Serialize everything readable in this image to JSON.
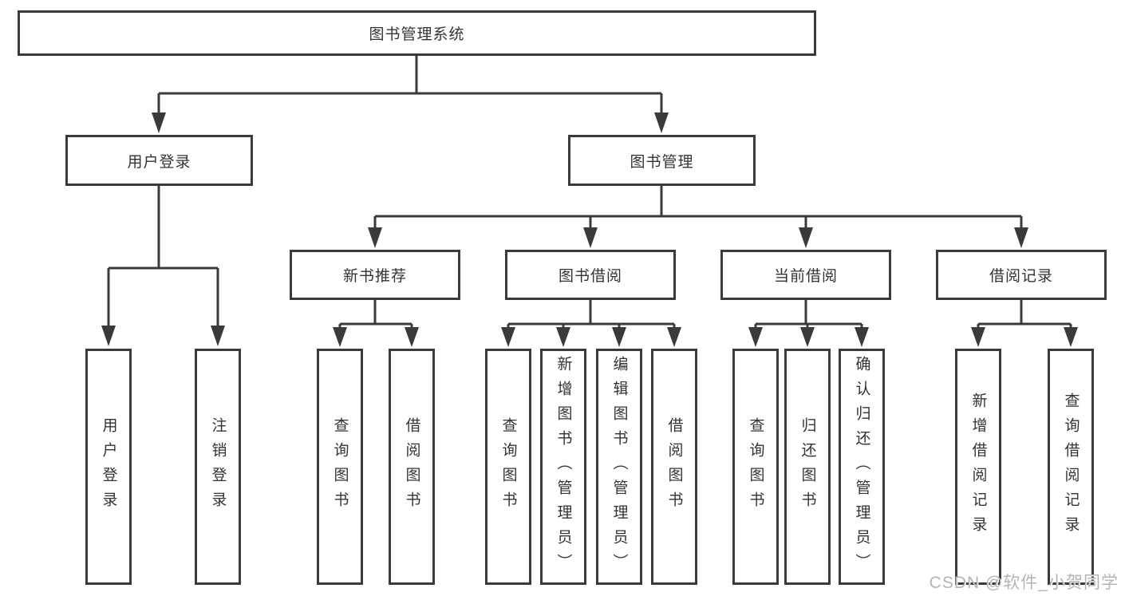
{
  "diagram": {
    "root": {
      "label": "图书管理系统"
    },
    "nodes": {
      "user_login": {
        "label": "用户登录",
        "children": [
          "用户登录",
          "注销登录"
        ]
      },
      "book_mgmt": {
        "label": "图书管理"
      },
      "new_books": {
        "label": "新书推荐",
        "children": [
          "查询图书",
          "借阅图书"
        ]
      },
      "book_borrow": {
        "label": "图书借阅",
        "children": [
          "查询图书",
          "新增图书（管理员）",
          "编辑图书（管理员）",
          "借阅图书"
        ]
      },
      "current_borrow": {
        "label": "当前借阅",
        "children": [
          "查询图书",
          "归还图书",
          "确认归还（管理员）"
        ]
      },
      "borrow_records": {
        "label": "借阅记录",
        "children": [
          "新增借阅记录",
          "查询借阅记录"
        ]
      }
    },
    "watermark": "CSDN @软件_小贺同学",
    "colors": {
      "line": "#3a3a3a",
      "box_border": "#3a3a3a",
      "text": "#333333",
      "watermark": "#b4b4b4",
      "background": "#ffffff"
    }
  }
}
